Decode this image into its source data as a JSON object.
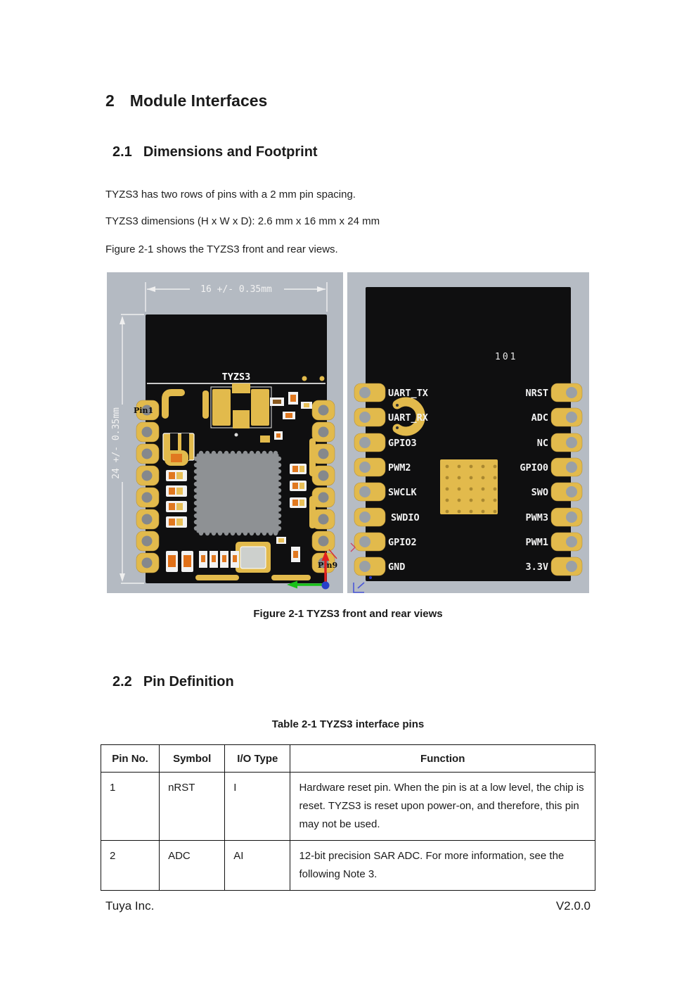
{
  "headings": {
    "h1_number": "2",
    "h1_text": "Module Interfaces",
    "h21_number": "2.1",
    "h21_text": "Dimensions and Footprint",
    "h22_number": "2.2",
    "h22_text": "Pin Definition"
  },
  "paragraphs": {
    "p1": "TYZS3 has two rows of pins with a 2 mm pin spacing.",
    "p2": "TYZS3 dimensions (H x W x D): 2.6 mm x 16 mm x 24 mm",
    "p3": "Figure 2-1 shows the TYZS3 front and rear views."
  },
  "figure": {
    "caption": "Figure 2-1 TYZS3 front and rear views",
    "front": {
      "width_dim": "16 +/- 0.35mm",
      "height_dim": "24 +/- 0.35mm",
      "board_label": "TYZS3",
      "pin1_label": "Pin1",
      "pin9_label": "Pin9"
    },
    "rear": {
      "silkscreen_number": "101",
      "left_pins": [
        "UART_TX",
        "UART_RX",
        "GPIO3",
        "PWM2",
        "SWCLK",
        "SWDIO",
        "GPIO2",
        "GND"
      ],
      "right_pins": [
        "NRST",
        "ADC",
        "NC",
        "GPIO0",
        "SWO",
        "PWM3",
        "PWM1",
        "3.3V"
      ]
    }
  },
  "table": {
    "caption": "Table 2-1 TYZS3 interface pins",
    "headers": [
      "Pin No.",
      "Symbol",
      "I/O Type",
      "Function"
    ],
    "rows": [
      {
        "pin": "1",
        "symbol": "nRST",
        "io": "I",
        "function": "Hardware reset pin. When the pin is at a low level, the chip is reset. TYZS3 is reset upon power-on, and therefore, this pin may not be used."
      },
      {
        "pin": "2",
        "symbol": "ADC",
        "io": "AI",
        "function": "12-bit precision SAR ADC. For more information, see the following Note 3."
      }
    ]
  },
  "footer": {
    "company": "Tuya Inc.",
    "version": "V2.0.0"
  },
  "colors": {
    "photo_bg": "#b4bac2",
    "pcb_black": "#0f0f10",
    "pad_gold": "#e2ba4c",
    "chip_gray": "#8e9194",
    "component_orange": "#e07820"
  }
}
